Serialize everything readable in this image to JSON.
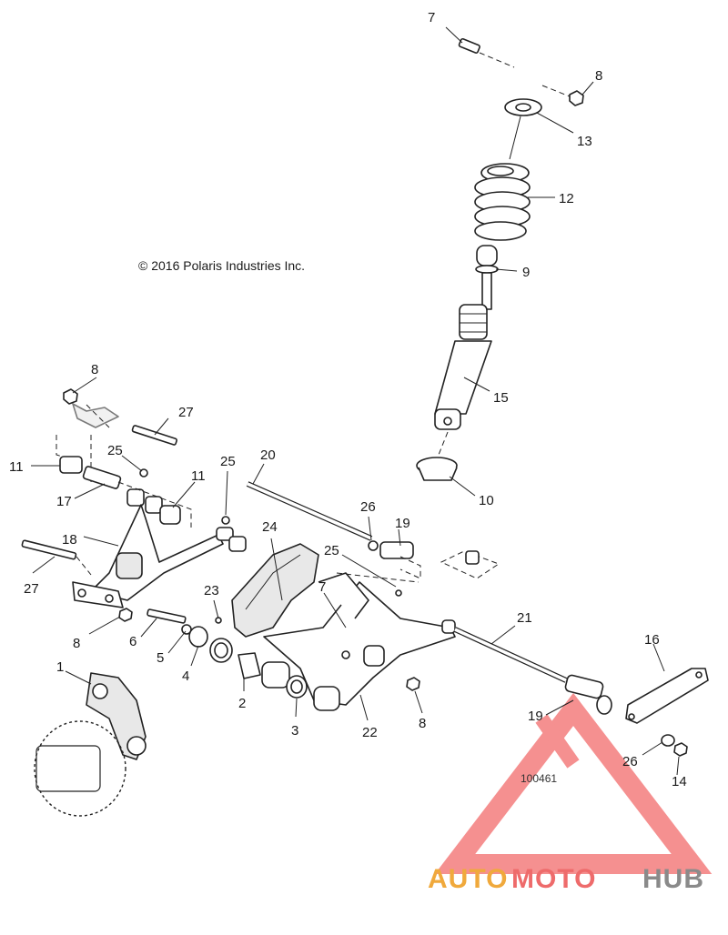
{
  "copyright": "© 2016 Polaris Industries Inc.",
  "diagram_code": "100461",
  "watermark": {
    "part1": "AUTO",
    "part2": "MOTO",
    "part3": "HUB",
    "colors": {
      "auto": "#f0a93c",
      "moto": "#ee6b6b",
      "hub": "#8a8a8a",
      "logo": "#f26b6b"
    }
  },
  "callouts": [
    "7",
    "8",
    "13",
    "12",
    "9",
    "15",
    "10",
    "8",
    "27",
    "11",
    "25",
    "25",
    "11",
    "17",
    "20",
    "26",
    "19",
    "18",
    "24",
    "25",
    "27",
    "7",
    "23",
    "21",
    "16",
    "8",
    "6",
    "5",
    "4",
    "2",
    "3",
    "22",
    "8",
    "1",
    "19",
    "26",
    "14"
  ]
}
